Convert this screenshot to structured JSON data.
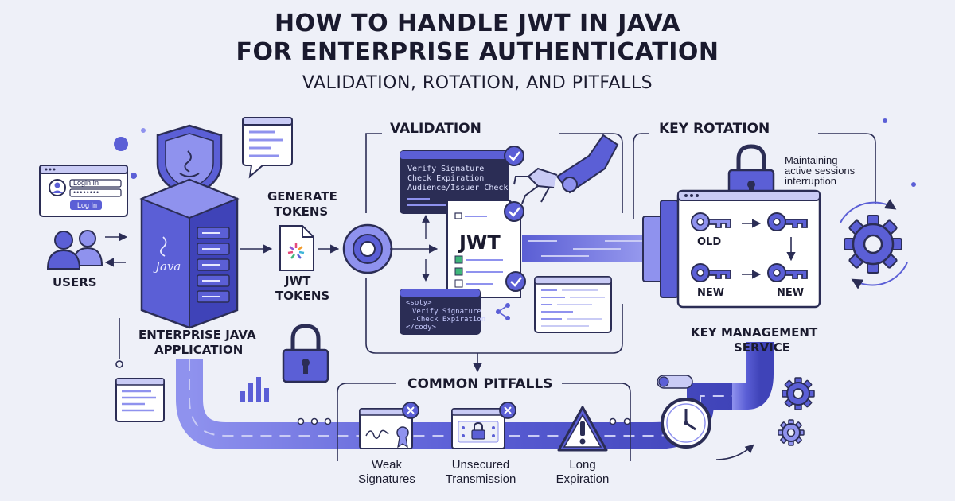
{
  "title": {
    "line1": "HOW TO HANDLE JWT IN JAVA",
    "line2": "FOR ENTERPRISE AUTHENTICATION",
    "subtitle": "VALIDATION, ROTATION, AND PITFALLS"
  },
  "login": {
    "field_label": "Login In",
    "password_mask": "••••••••",
    "button": "Log In"
  },
  "users_label": "USERS",
  "app": {
    "label_line1": "ENTERPRISE JAVA",
    "label_line2": "APPLICATION",
    "java_text": "Java"
  },
  "generate": {
    "line1": "GENERATE",
    "line2": "TOKENS"
  },
  "jwt_tokens": {
    "line1": "JWT",
    "line2": "TOKENS"
  },
  "validation": {
    "title": "VALIDATION",
    "checks": [
      "Verify Signature",
      "Check Expiration",
      "Audience/Issuer Check"
    ],
    "jwt_doc": "JWT",
    "code_lines": [
      "<soty>",
      "Verify Signature",
      "-Check Expiration",
      "</cody>"
    ]
  },
  "rotation": {
    "title": "KEY ROTATION",
    "note_line1": "Maintaining",
    "note_line2": "active sessions",
    "note_line3": "interruption",
    "old": "OLD",
    "new_left": "NEW",
    "new_right": "NEW"
  },
  "kms": {
    "line1": "KEY MANAGEMENT",
    "line2": "SERVICE"
  },
  "pitfalls": {
    "title": "COMMON PITFALLS",
    "items": [
      {
        "line1": "Weak",
        "line2": "Signatures"
      },
      {
        "line1": "Unsecured",
        "line2": "Transmission"
      },
      {
        "line1": "Long",
        "line2": "Expiration"
      }
    ]
  },
  "colors": {
    "background": "#eef0f8",
    "primary": "#5b5fd6",
    "dark": "#2b2d6e",
    "ink": "#1a1a2e",
    "light": "#c9cbf5"
  }
}
